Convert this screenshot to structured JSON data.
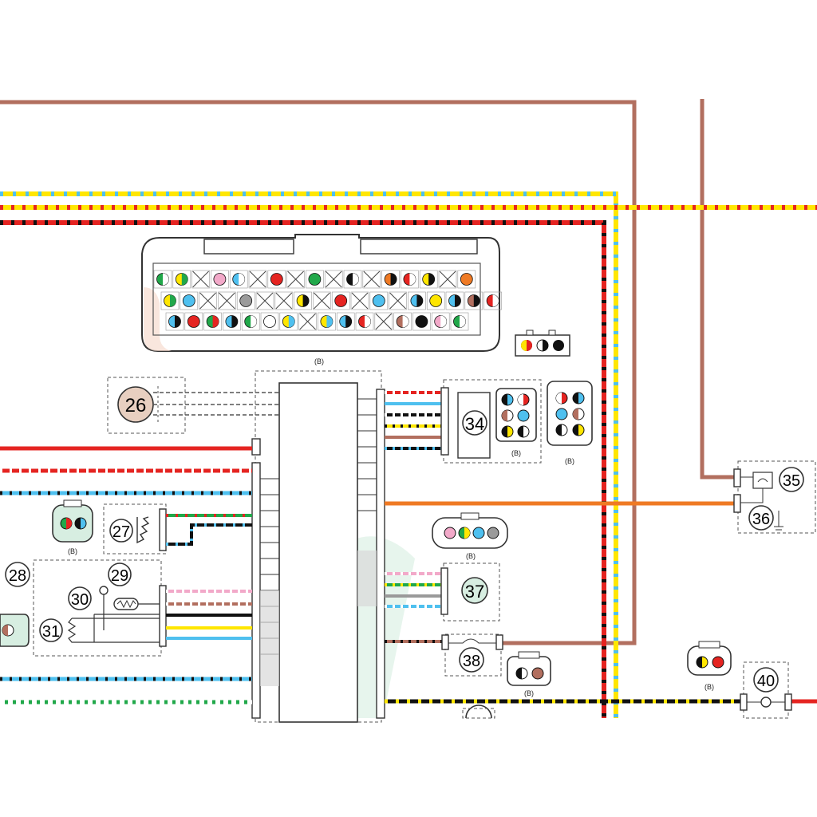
{
  "colors": {
    "brown": "#b26f5f",
    "red": "#e52421",
    "yellow": "#ffe600",
    "skyblue": "#4fc0ef",
    "green": "#21a84a",
    "orange": "#ef7a24",
    "pink": "#f2a9c9",
    "black": "#111111",
    "gray": "#9a9a9a",
    "white": "#ffffff"
  },
  "connector_labels": {
    "ecu": "(B)",
    "c34_a": "(B)",
    "c34_b": "(B)",
    "c27": "(B)",
    "c4pin": "(B)",
    "c38": "(B)",
    "c40": "(B)"
  },
  "components": {
    "n26": "26",
    "n27": "27",
    "n28": "28",
    "n29": "29",
    "n30": "30",
    "n31": "31",
    "n34": "34",
    "n35": "35",
    "n36": "36",
    "n37": "37",
    "n38": "38",
    "n40": "40"
  }
}
